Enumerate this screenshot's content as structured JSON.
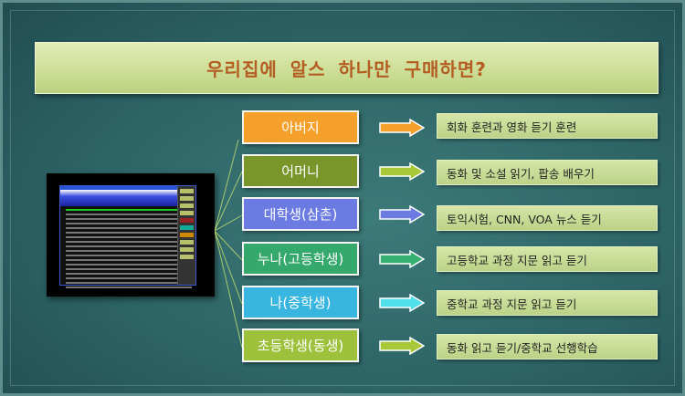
{
  "title": "우리집에  알스  하나만 구매하면?",
  "rows": [
    {
      "who": "아버지",
      "what": "회화 훈련과 영화 듣기 훈련",
      "color": "#f5a02a"
    },
    {
      "who": "어머니",
      "what": "동화 및 소설 읽기, 팝송 배우기",
      "color": "#7a962b"
    },
    {
      "who": "대학생(삼촌)",
      "what": "토익시험, CNN, VOA 뉴스 듣기",
      "color": "#6b7be2"
    },
    {
      "who": "누나(고등학생)",
      "what": "고등학교 과정 지문 읽고 듣기",
      "color": "#35a86b"
    },
    {
      "who": "나(중학생)",
      "what": "중학교 과정 지문 읽고 듣기",
      "color": "#38b6e0"
    },
    {
      "who": "초등학생(동생)",
      "what": "동화 읽고 듣기/중학교 선행학습",
      "color": "#9dc13a"
    }
  ],
  "arrow_colors": [
    "#f5a02a",
    "#a8c83a",
    "#6b7be2",
    "#35b070",
    "#4fe0ec",
    "#a8c83a"
  ]
}
